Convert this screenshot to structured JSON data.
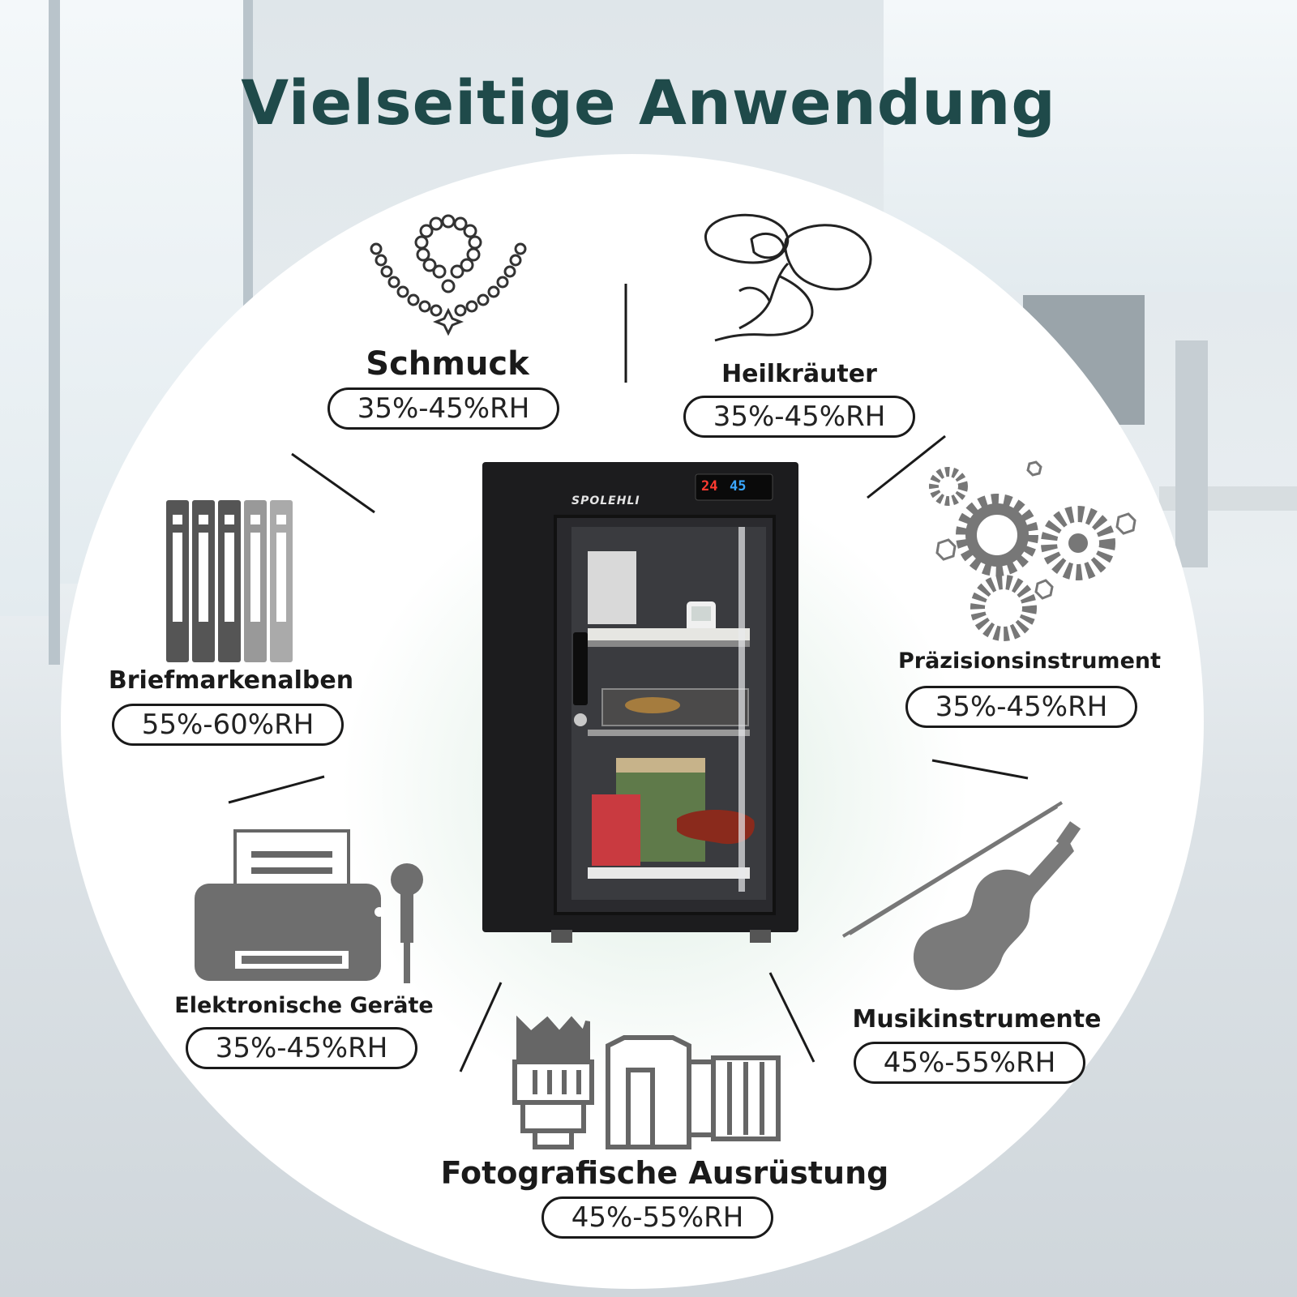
{
  "title": "Vielseitige Anwendung",
  "brand": "SPOLEHLI",
  "display": {
    "temperature": "24",
    "humidity": "45"
  },
  "categories": [
    {
      "id": "schmuck",
      "name": "Schmuck",
      "range": "35%-45%RH",
      "icon": "necklace-icon"
    },
    {
      "id": "heilkraeuter",
      "name": "Heilkräuter",
      "range": "35%-45%RH",
      "icon": "herb-icon"
    },
    {
      "id": "briefmarken",
      "name": "Briefmarkenalben",
      "range": "55%-60%RH",
      "icon": "binders-icon"
    },
    {
      "id": "praezision",
      "name": "Präzisionsinstrument",
      "range": "35%-45%RH",
      "icon": "gears-icon"
    },
    {
      "id": "elektronik",
      "name": "Elektronische Geräte",
      "range": "35%-45%RH",
      "icon": "printer-icon"
    },
    {
      "id": "musik",
      "name": "Musikinstrumente",
      "range": "45%-55%RH",
      "icon": "violin-icon"
    },
    {
      "id": "foto",
      "name": "Fotografische Ausrüstung",
      "range": "45%-55%RH",
      "icon": "camera-icon"
    }
  ],
  "colors": {
    "title": "#1f4a4a",
    "icon_gray": "#6e6e6e",
    "cabinet": "#1c1c1e"
  }
}
